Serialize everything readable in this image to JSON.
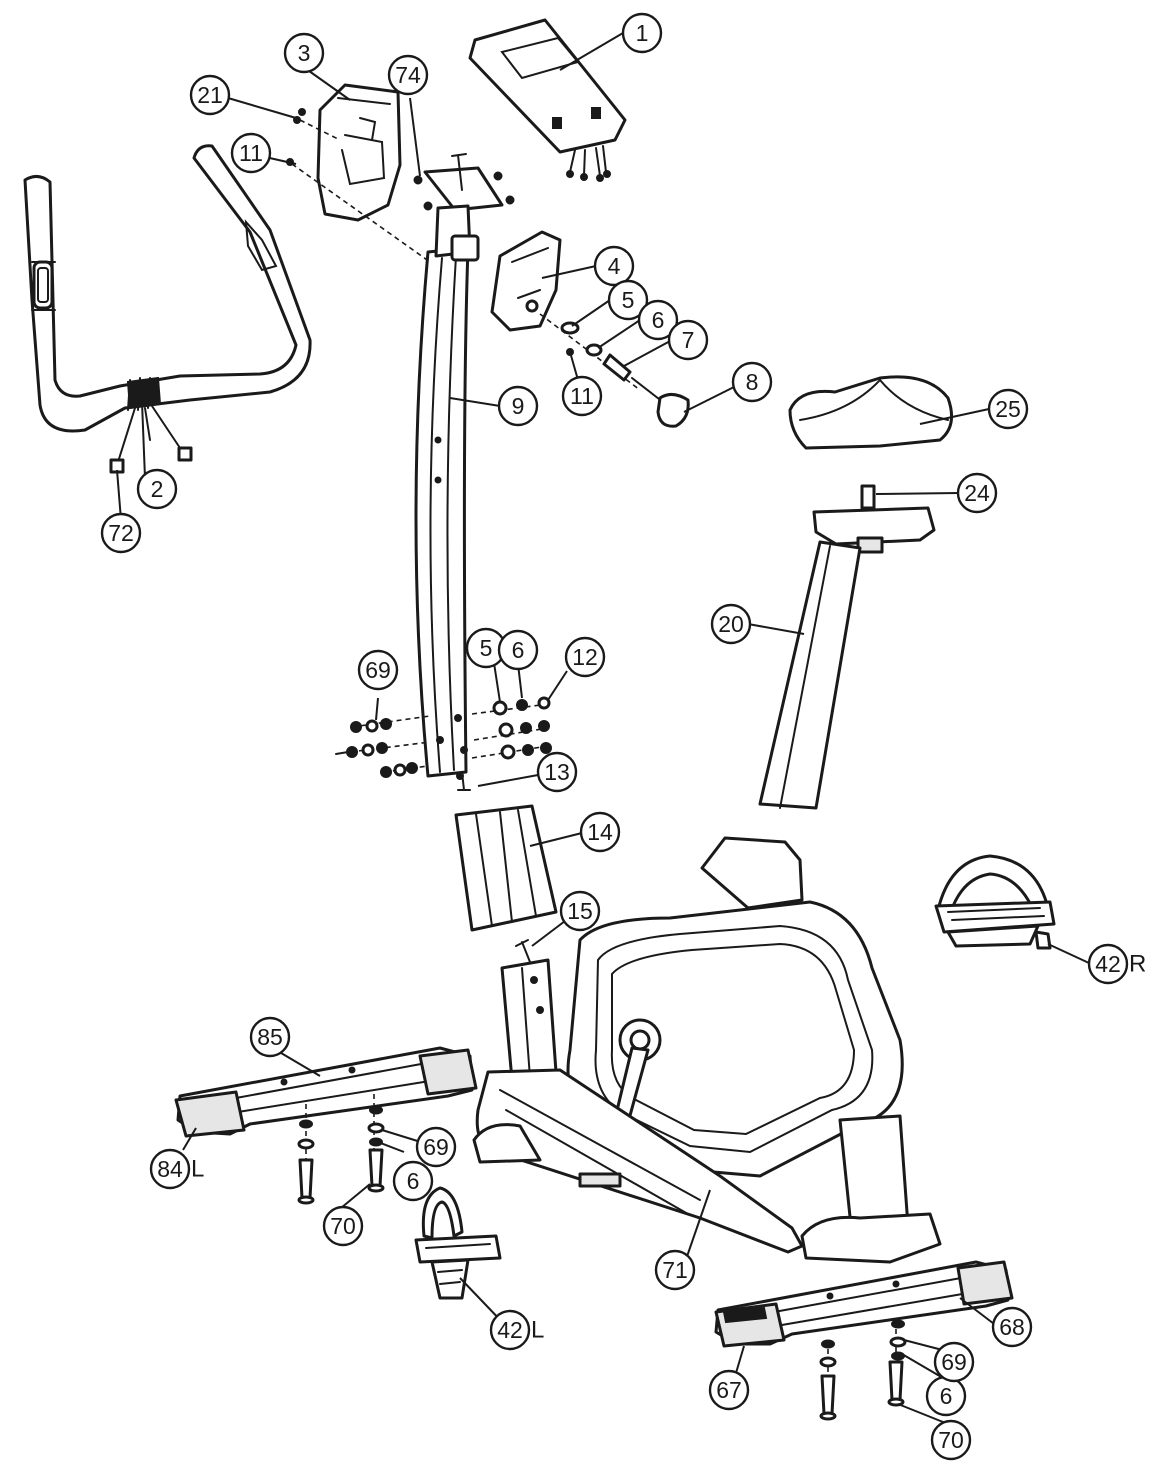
{
  "callouts": [
    {
      "id": "c1",
      "number": "1",
      "suffix": ""
    },
    {
      "id": "c2",
      "number": "2",
      "suffix": ""
    },
    {
      "id": "c3",
      "number": "3",
      "suffix": ""
    },
    {
      "id": "c4",
      "number": "4",
      "suffix": ""
    },
    {
      "id": "c5a",
      "number": "5",
      "suffix": ""
    },
    {
      "id": "c5b",
      "number": "5",
      "suffix": ""
    },
    {
      "id": "c6a",
      "number": "6",
      "suffix": ""
    },
    {
      "id": "c6b",
      "number": "6",
      "suffix": ""
    },
    {
      "id": "c6c",
      "number": "6",
      "suffix": ""
    },
    {
      "id": "c6d",
      "number": "6",
      "suffix": ""
    },
    {
      "id": "c7",
      "number": "7",
      "suffix": ""
    },
    {
      "id": "c8",
      "number": "8",
      "suffix": ""
    },
    {
      "id": "c9",
      "number": "9",
      "suffix": ""
    },
    {
      "id": "c11a",
      "number": "11",
      "suffix": ""
    },
    {
      "id": "c11b",
      "number": "11",
      "suffix": ""
    },
    {
      "id": "c12",
      "number": "12",
      "suffix": ""
    },
    {
      "id": "c13",
      "number": "13",
      "suffix": ""
    },
    {
      "id": "c14",
      "number": "14",
      "suffix": ""
    },
    {
      "id": "c15",
      "number": "15",
      "suffix": ""
    },
    {
      "id": "c20",
      "number": "20",
      "suffix": ""
    },
    {
      "id": "c21",
      "number": "21",
      "suffix": ""
    },
    {
      "id": "c24",
      "number": "24",
      "suffix": ""
    },
    {
      "id": "c25",
      "number": "25",
      "suffix": ""
    },
    {
      "id": "c42r",
      "number": "42",
      "suffix": "R"
    },
    {
      "id": "c42l",
      "number": "42",
      "suffix": "L"
    },
    {
      "id": "c67",
      "number": "67",
      "suffix": ""
    },
    {
      "id": "c68",
      "number": "68",
      "suffix": ""
    },
    {
      "id": "c69a",
      "number": "69",
      "suffix": ""
    },
    {
      "id": "c69b",
      "number": "69",
      "suffix": ""
    },
    {
      "id": "c69c",
      "number": "69",
      "suffix": ""
    },
    {
      "id": "c70a",
      "number": "70",
      "suffix": ""
    },
    {
      "id": "c70b",
      "number": "70",
      "suffix": ""
    },
    {
      "id": "c71",
      "number": "71",
      "suffix": ""
    },
    {
      "id": "c72",
      "number": "72",
      "suffix": ""
    },
    {
      "id": "c74",
      "number": "74",
      "suffix": ""
    },
    {
      "id": "c84l",
      "number": "84",
      "suffix": "L"
    },
    {
      "id": "c85",
      "number": "85",
      "suffix": ""
    }
  ]
}
